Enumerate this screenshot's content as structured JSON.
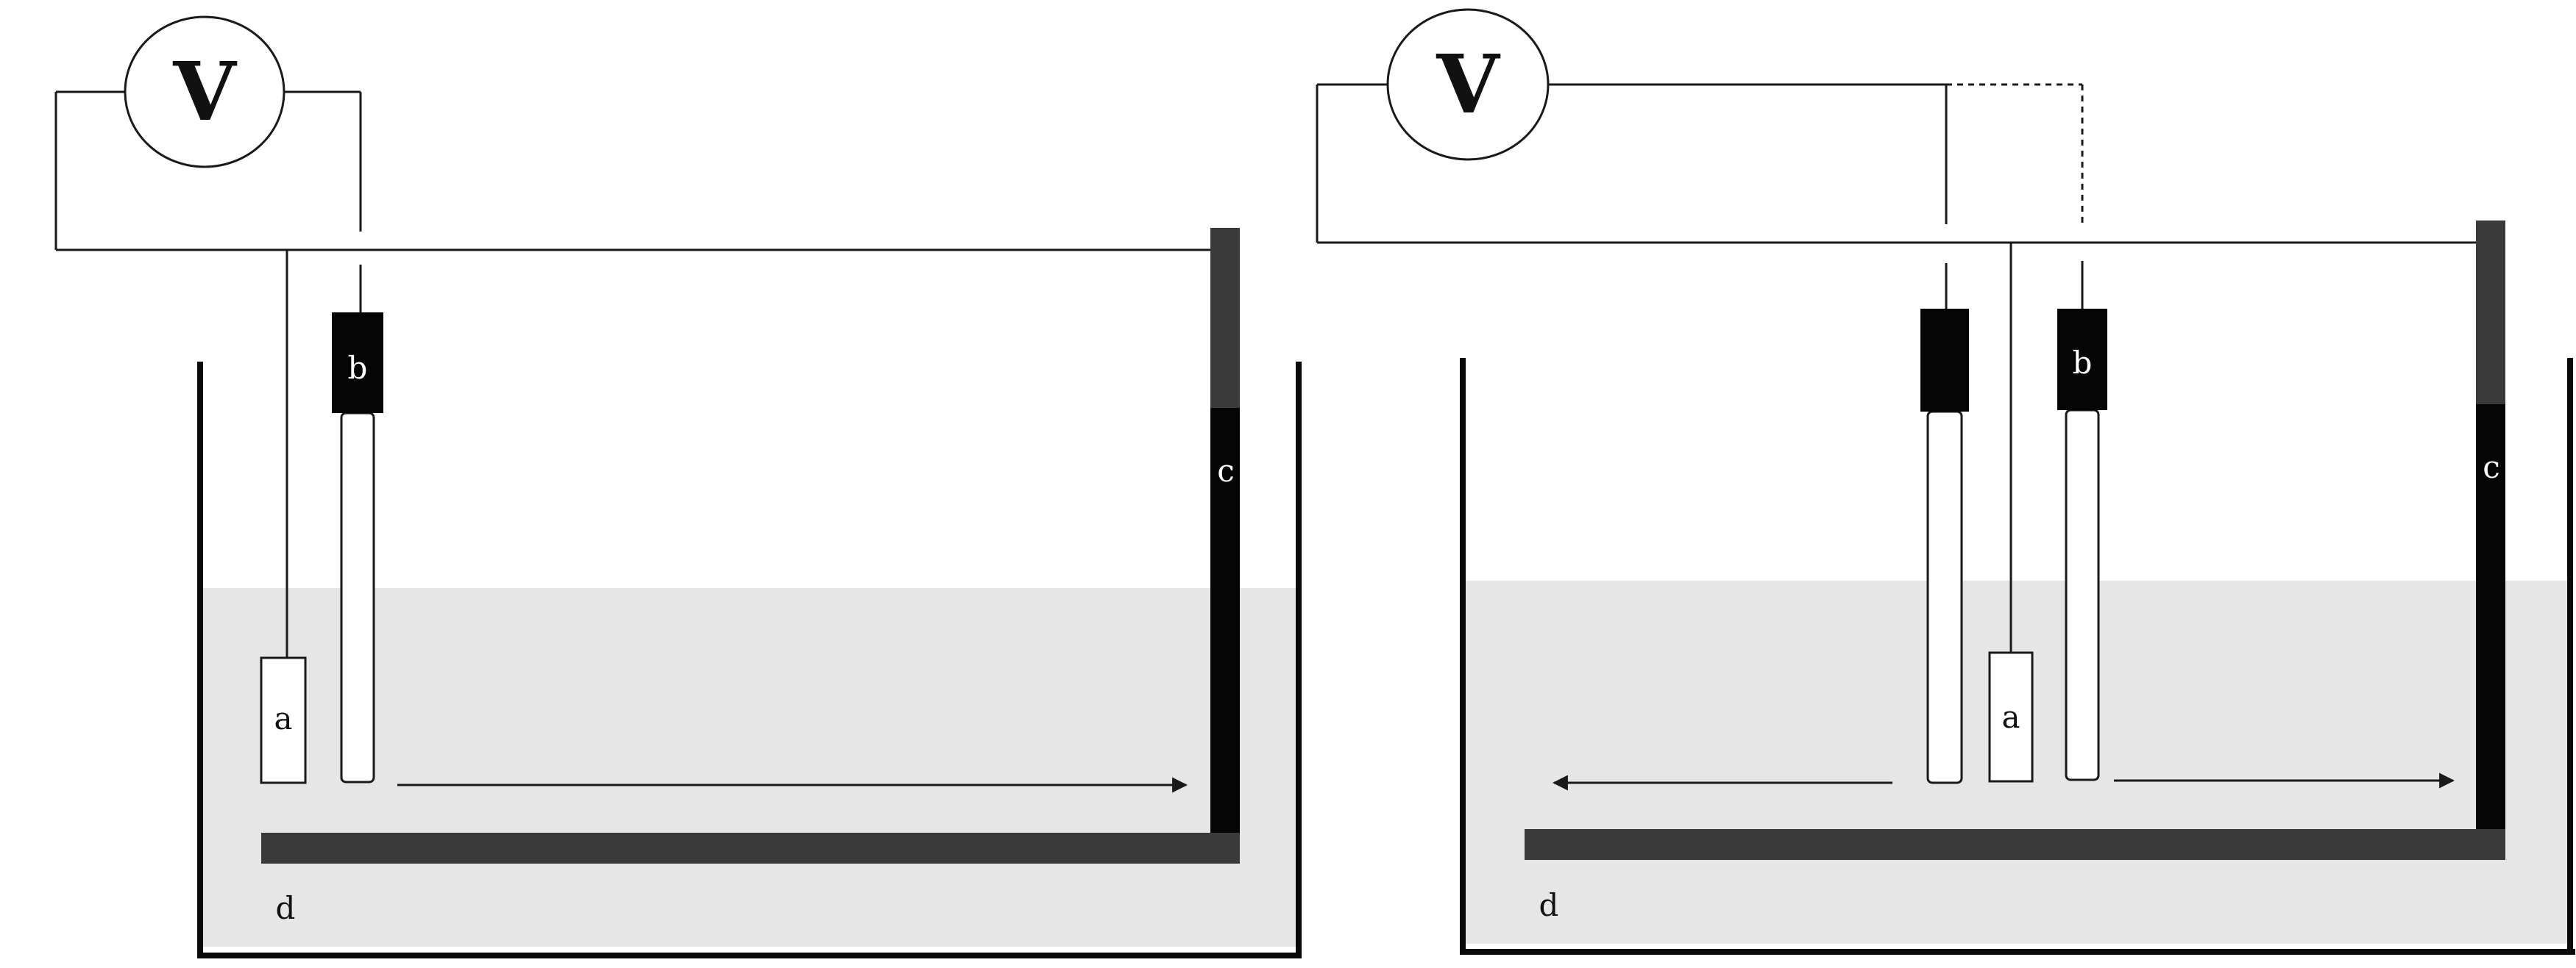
{
  "voltmeter_symbol": "V",
  "labels": {
    "a": "a",
    "b": "b",
    "c": "c",
    "d": "d"
  },
  "colors": {
    "line": "#1a1a1a",
    "probe_cap": "#050505",
    "rod": "#3a3a3a",
    "water": "#e6e6e6",
    "tank_wall": "#0a0a0a",
    "background": "#ffffff"
  }
}
